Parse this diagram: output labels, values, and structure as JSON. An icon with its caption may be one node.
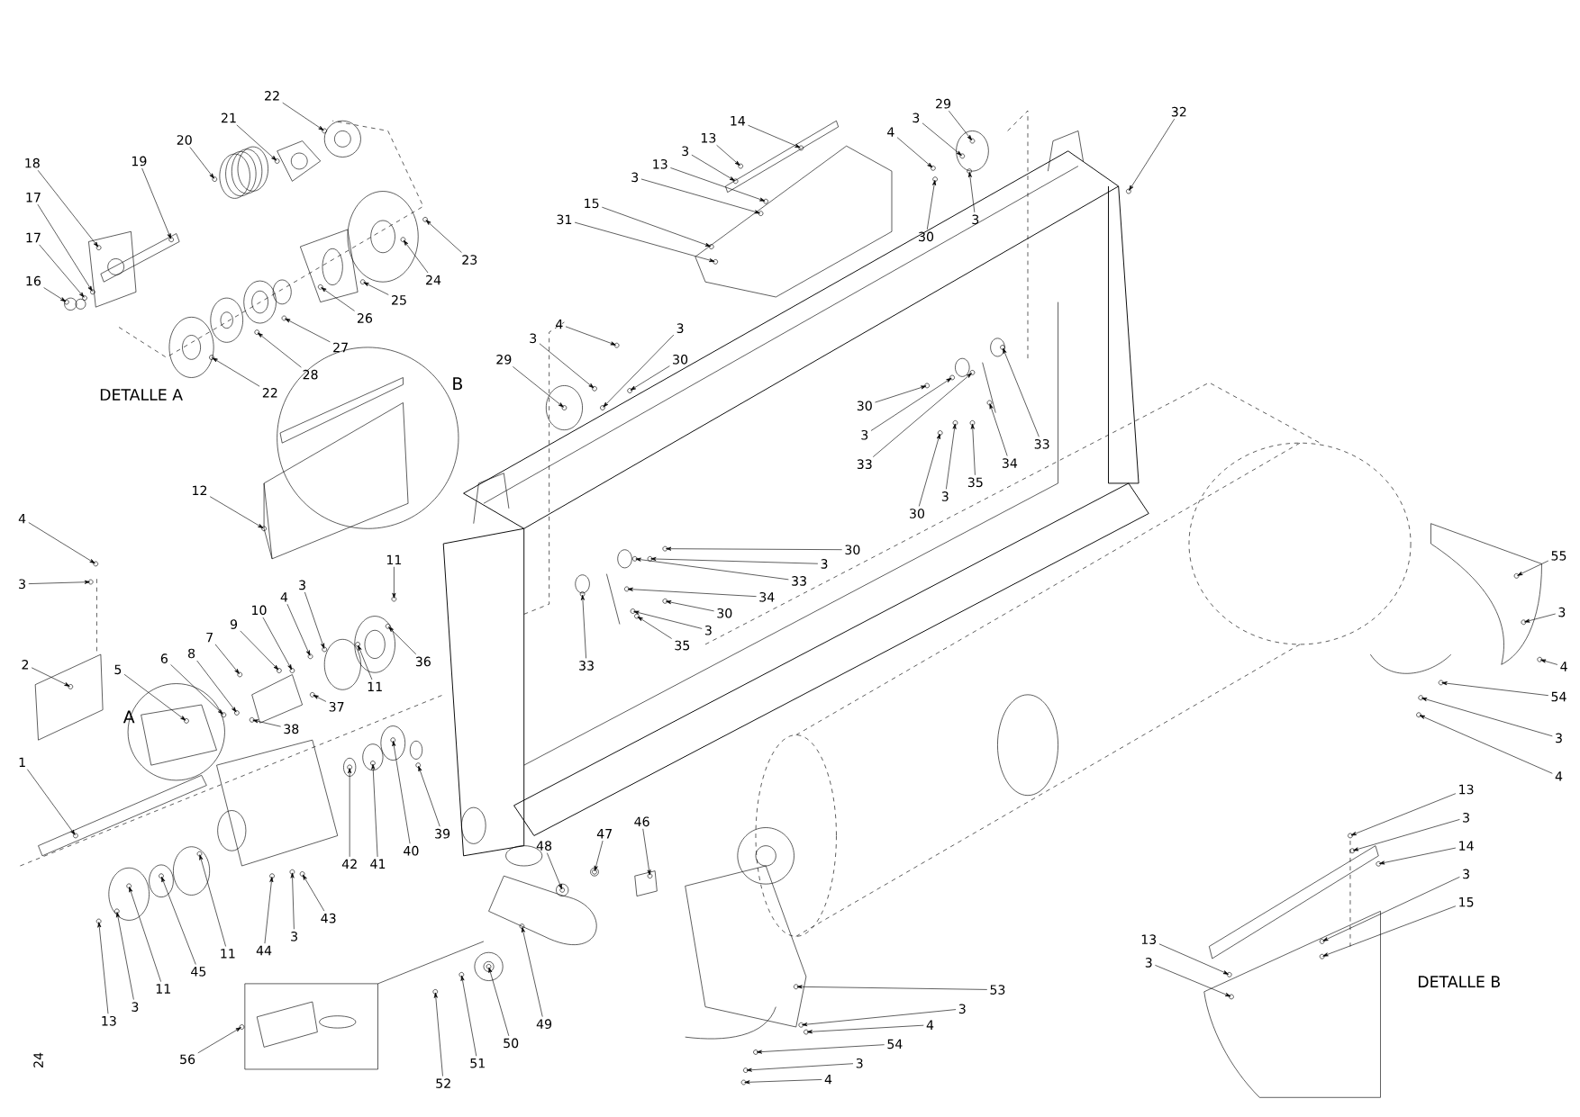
{
  "diagram": {
    "nodes": [
      {
        "text": [
          "22"
        ]
      },
      {
        "text": [
          "21"
        ]
      },
      {
        "text": [
          "20"
        ]
      },
      {
        "text": [
          "19"
        ]
      },
      {
        "text": [
          "18"
        ]
      },
      {
        "text": [
          "17"
        ]
      },
      {
        "text": [
          "17"
        ]
      },
      {
        "text": [
          "16"
        ]
      },
      {
        "text": [
          "23"
        ]
      },
      {
        "text": [
          "24"
        ]
      },
      {
        "text": [
          "25"
        ]
      },
      {
        "text": [
          "26"
        ]
      },
      {
        "text": [
          "27"
        ]
      },
      {
        "text": [
          "28"
        ]
      },
      {
        "text": [
          "22"
        ]
      },
      {
        "text": [
          "12"
        ]
      },
      {
        "text": [
          "11"
        ]
      },
      {
        "text": [
          "4"
        ]
      },
      {
        "text": [
          "3"
        ]
      },
      {
        "text": [
          "2"
        ]
      },
      {
        "text": [
          "5"
        ]
      },
      {
        "text": [
          "6"
        ]
      },
      {
        "text": [
          "8"
        ]
      },
      {
        "text": [
          "7"
        ]
      },
      {
        "text": [
          "9"
        ]
      },
      {
        "text": [
          "10"
        ]
      },
      {
        "text": [
          "4"
        ]
      },
      {
        "text": [
          "3"
        ]
      },
      {
        "text": [
          "38"
        ]
      },
      {
        "text": [
          "37"
        ]
      },
      {
        "text": [
          "11"
        ]
      },
      {
        "text": [
          "36"
        ]
      },
      {
        "text": [
          "1"
        ]
      },
      {
        "text": [
          "42"
        ]
      },
      {
        "text": [
          "41"
        ]
      },
      {
        "text": [
          "40"
        ]
      },
      {
        "text": [
          "39"
        ]
      },
      {
        "text": [
          "43"
        ]
      },
      {
        "text": [
          "3"
        ]
      },
      {
        "text": [
          "44"
        ]
      },
      {
        "text": [
          "11"
        ]
      },
      {
        "text": [
          "45"
        ]
      },
      {
        "text": [
          "11"
        ]
      },
      {
        "text": [
          "3"
        ]
      },
      {
        "text": [
          "13"
        ]
      },
      {
        "text": [
          "56"
        ]
      },
      {
        "text": [
          "52"
        ]
      },
      {
        "text": [
          "51"
        ]
      },
      {
        "text": [
          "50"
        ]
      },
      {
        "text": [
          "49"
        ]
      },
      {
        "text": [
          "48"
        ]
      },
      {
        "text": [
          "47"
        ]
      },
      {
        "text": [
          "46"
        ]
      },
      {
        "text": [
          "53"
        ]
      },
      {
        "text": [
          "3"
        ]
      },
      {
        "text": [
          "4"
        ]
      },
      {
        "text": [
          "54"
        ]
      },
      {
        "text": [
          "3"
        ]
      },
      {
        "text": [
          "4"
        ]
      },
      {
        "text": [
          "14"
        ]
      },
      {
        "text": [
          "13"
        ]
      },
      {
        "text": [
          "3"
        ]
      },
      {
        "text": [
          "13"
        ]
      },
      {
        "text": [
          "3"
        ]
      },
      {
        "text": [
          "31"
        ]
      },
      {
        "text": [
          "15"
        ]
      },
      {
        "text": [
          "29"
        ]
      },
      {
        "text": [
          "3"
        ]
      },
      {
        "text": [
          "4"
        ]
      },
      {
        "text": [
          "30"
        ]
      },
      {
        "text": [
          "3"
        ]
      },
      {
        "text": [
          "32"
        ]
      },
      {
        "text": [
          "4"
        ]
      },
      {
        "text": [
          "3"
        ]
      },
      {
        "text": [
          "3"
        ]
      },
      {
        "text": [
          "30"
        ]
      },
      {
        "text": [
          "29"
        ]
      },
      {
        "text": [
          "30"
        ]
      },
      {
        "text": [
          "3"
        ]
      },
      {
        "text": [
          "33"
        ]
      },
      {
        "text": [
          "33"
        ]
      },
      {
        "text": [
          "34"
        ]
      },
      {
        "text": [
          "35"
        ]
      },
      {
        "text": [
          "3"
        ]
      },
      {
        "text": [
          "30"
        ]
      },
      {
        "text": [
          "30"
        ]
      },
      {
        "text": [
          "3"
        ]
      },
      {
        "text": [
          "33"
        ]
      },
      {
        "text": [
          "34"
        ]
      },
      {
        "text": [
          "30"
        ]
      },
      {
        "text": [
          "3"
        ]
      },
      {
        "text": [
          "35"
        ]
      },
      {
        "text": [
          "33"
        ]
      },
      {
        "text": [
          "55"
        ]
      },
      {
        "text": [
          "3"
        ]
      },
      {
        "text": [
          "4"
        ]
      },
      {
        "text": [
          "54"
        ]
      },
      {
        "text": [
          "3"
        ]
      },
      {
        "text": [
          "4"
        ]
      },
      {
        "text": [
          "13"
        ]
      },
      {
        "text": [
          "3"
        ]
      },
      {
        "text": [
          "14"
        ]
      },
      {
        "text": [
          "3"
        ]
      },
      {
        "text": [
          "15"
        ]
      },
      {
        "text": [
          "13"
        ]
      },
      {
        "text": [
          "3"
        ]
      }
    ],
    "edges": [
      {
        "from": 0,
        "to": null,
        "arrow": "to"
      },
      {
        "from": 1,
        "to": null,
        "arrow": "to"
      },
      {
        "from": 2,
        "to": null,
        "arrow": "to"
      },
      {
        "from": 3,
        "to": null,
        "arrow": "to"
      },
      {
        "from": 4,
        "to": null,
        "arrow": "to"
      },
      {
        "from": 5,
        "to": null,
        "arrow": "to"
      },
      {
        "from": 6,
        "to": null,
        "arrow": "to"
      },
      {
        "from": 7,
        "to": null,
        "arrow": "to"
      },
      {
        "from": 8,
        "to": null,
        "arrow": "to"
      },
      {
        "from": 9,
        "to": null,
        "arrow": "to"
      },
      {
        "from": 10,
        "to": null,
        "arrow": "to"
      },
      {
        "from": 11,
        "to": null,
        "arrow": "to"
      },
      {
        "from": 12,
        "to": null,
        "arrow": "to"
      },
      {
        "from": 13,
        "to": null,
        "arrow": "to"
      },
      {
        "from": 14,
        "to": null,
        "arrow": "to"
      },
      {
        "from": 15,
        "to": null,
        "arrow": "to"
      },
      {
        "from": 16,
        "to": null,
        "arrow": "to"
      },
      {
        "from": 17,
        "to": null,
        "arrow": "to"
      },
      {
        "from": 18,
        "to": null,
        "arrow": "to"
      },
      {
        "from": 19,
        "to": null,
        "arrow": "to"
      },
      {
        "from": 20,
        "to": null,
        "arrow": "to"
      },
      {
        "from": 21,
        "to": null,
        "arrow": "to"
      },
      {
        "from": 22,
        "to": null,
        "arrow": "to"
      },
      {
        "from": 23,
        "to": null,
        "arrow": "to"
      },
      {
        "from": 24,
        "to": null,
        "arrow": "to"
      },
      {
        "from": 25,
        "to": null,
        "arrow": "to"
      },
      {
        "from": 26,
        "to": null,
        "arrow": "to"
      },
      {
        "from": 27,
        "to": null,
        "arrow": "to"
      },
      {
        "from": 28,
        "to": null,
        "arrow": "to"
      },
      {
        "from": 29,
        "to": null,
        "arrow": "to"
      },
      {
        "from": 30,
        "to": null,
        "arrow": "to"
      },
      {
        "from": 31,
        "to": null,
        "arrow": "to"
      },
      {
        "from": 32,
        "to": null,
        "arrow": "to"
      },
      {
        "from": 33,
        "to": null,
        "arrow": "to"
      },
      {
        "from": 34,
        "to": null,
        "arrow": "to"
      },
      {
        "from": 35,
        "to": null,
        "arrow": "to"
      },
      {
        "from": 36,
        "to": null,
        "arrow": "to"
      },
      {
        "from": 37,
        "to": null,
        "arrow": "to"
      },
      {
        "from": 38,
        "to": null,
        "arrow": "to"
      },
      {
        "from": 39,
        "to": null,
        "arrow": "to"
      },
      {
        "from": 40,
        "to": null,
        "arrow": "to"
      },
      {
        "from": 41,
        "to": null,
        "arrow": "to"
      },
      {
        "from": 42,
        "to": null,
        "arrow": "to"
      },
      {
        "from": 43,
        "to": null,
        "arrow": "to"
      },
      {
        "from": 44,
        "to": null,
        "arrow": "to"
      },
      {
        "from": 45,
        "to": null,
        "arrow": "to"
      },
      {
        "from": 46,
        "to": null,
        "arrow": "to"
      },
      {
        "from": 47,
        "to": null,
        "arrow": "to"
      },
      {
        "from": 48,
        "to": null,
        "arrow": "to"
      },
      {
        "from": 49,
        "to": null,
        "arrow": "to"
      },
      {
        "from": 50,
        "to": null,
        "arrow": "to"
      },
      {
        "from": 51,
        "to": null,
        "arrow": "to"
      },
      {
        "from": 52,
        "to": null,
        "arrow": "to"
      },
      {
        "from": 53,
        "to": null,
        "arrow": "to"
      },
      {
        "from": 54,
        "to": null,
        "arrow": "to"
      },
      {
        "from": 55,
        "to": null,
        "arrow": "to"
      },
      {
        "from": 56,
        "to": null,
        "arrow": "to"
      },
      {
        "from": 57,
        "to": null,
        "arrow": "to"
      },
      {
        "from": 58,
        "to": null,
        "arrow": "to"
      },
      {
        "from": 59,
        "to": null,
        "arrow": "to"
      },
      {
        "from": 60,
        "to": null,
        "arrow": "to"
      },
      {
        "from": 61,
        "to": null,
        "arrow": "to"
      },
      {
        "from": 62,
        "to": null,
        "arrow": "to"
      },
      {
        "from": 63,
        "to": null,
        "arrow": "to"
      },
      {
        "from": 64,
        "to": null,
        "arrow": "to"
      },
      {
        "from": 65,
        "to": null,
        "arrow": "to"
      },
      {
        "from": 66,
        "to": null,
        "arrow": "to"
      },
      {
        "from": 67,
        "to": null,
        "arrow": "to"
      },
      {
        "from": 68,
        "to": null,
        "arrow": "to"
      },
      {
        "from": 69,
        "to": null,
        "arrow": "to"
      },
      {
        "from": 70,
        "to": null,
        "arrow": "to"
      },
      {
        "from": 71,
        "to": null,
        "arrow": "to"
      },
      {
        "from": 72,
        "to": null,
        "arrow": "to"
      },
      {
        "from": 73,
        "to": null,
        "arrow": "to"
      },
      {
        "from": 74,
        "to": null,
        "arrow": "to"
      },
      {
        "from": 75,
        "to": null,
        "arrow": "to"
      },
      {
        "from": 76,
        "to": null,
        "arrow": "to"
      },
      {
        "from": 77,
        "to": null,
        "arrow": "to"
      },
      {
        "from": 78,
        "to": null,
        "arrow": "to"
      },
      {
        "from": 79,
        "to": null,
        "arrow": "to"
      },
      {
        "from": 80,
        "to": null,
        "arrow": "to"
      },
      {
        "from": 81,
        "to": null,
        "arrow": "to"
      },
      {
        "from": 82,
        "to": null,
        "arrow": "to"
      },
      {
        "from": 83,
        "to": null,
        "arrow": "to"
      },
      {
        "from": 84,
        "to": null,
        "arrow": "to"
      },
      {
        "from": 85,
        "to": null,
        "arrow": "to"
      },
      {
        "from": 86,
        "to": null,
        "arrow": "to"
      },
      {
        "from": 87,
        "to": null,
        "arrow": "to"
      },
      {
        "from": 88,
        "to": null,
        "arrow": "to"
      },
      {
        "from": 89,
        "to": null,
        "arrow": "to"
      },
      {
        "from": 90,
        "to": null,
        "arrow": "to"
      },
      {
        "from": 91,
        "to": null,
        "arrow": "to"
      },
      {
        "from": 92,
        "to": null,
        "arrow": "to"
      },
      {
        "from": 93,
        "to": null,
        "arrow": "to"
      },
      {
        "from": 94,
        "to": null,
        "arrow": "to"
      },
      {
        "from": 95,
        "to": null,
        "arrow": "to"
      },
      {
        "from": 96,
        "to": null,
        "arrow": "to"
      },
      {
        "from": 97,
        "to": null,
        "arrow": "to"
      },
      {
        "from": 98,
        "to": null,
        "arrow": "to"
      },
      {
        "from": 99,
        "to": null,
        "arrow": "to"
      },
      {
        "from": 100,
        "to": null,
        "arrow": "to"
      },
      {
        "from": 101,
        "to": null,
        "arrow": "to"
      },
      {
        "from": 102,
        "to": null,
        "arrow": "to"
      },
      {
        "from": 103,
        "to": null,
        "arrow": "to"
      },
      {
        "from": 104,
        "to": null,
        "arrow": "to"
      },
      {
        "from": 105,
        "to": null,
        "arrow": "to"
      }
    ],
    "labels": [
      "DETALLE A",
      "B",
      "A",
      "DETALLE B",
      "24"
    ]
  }
}
